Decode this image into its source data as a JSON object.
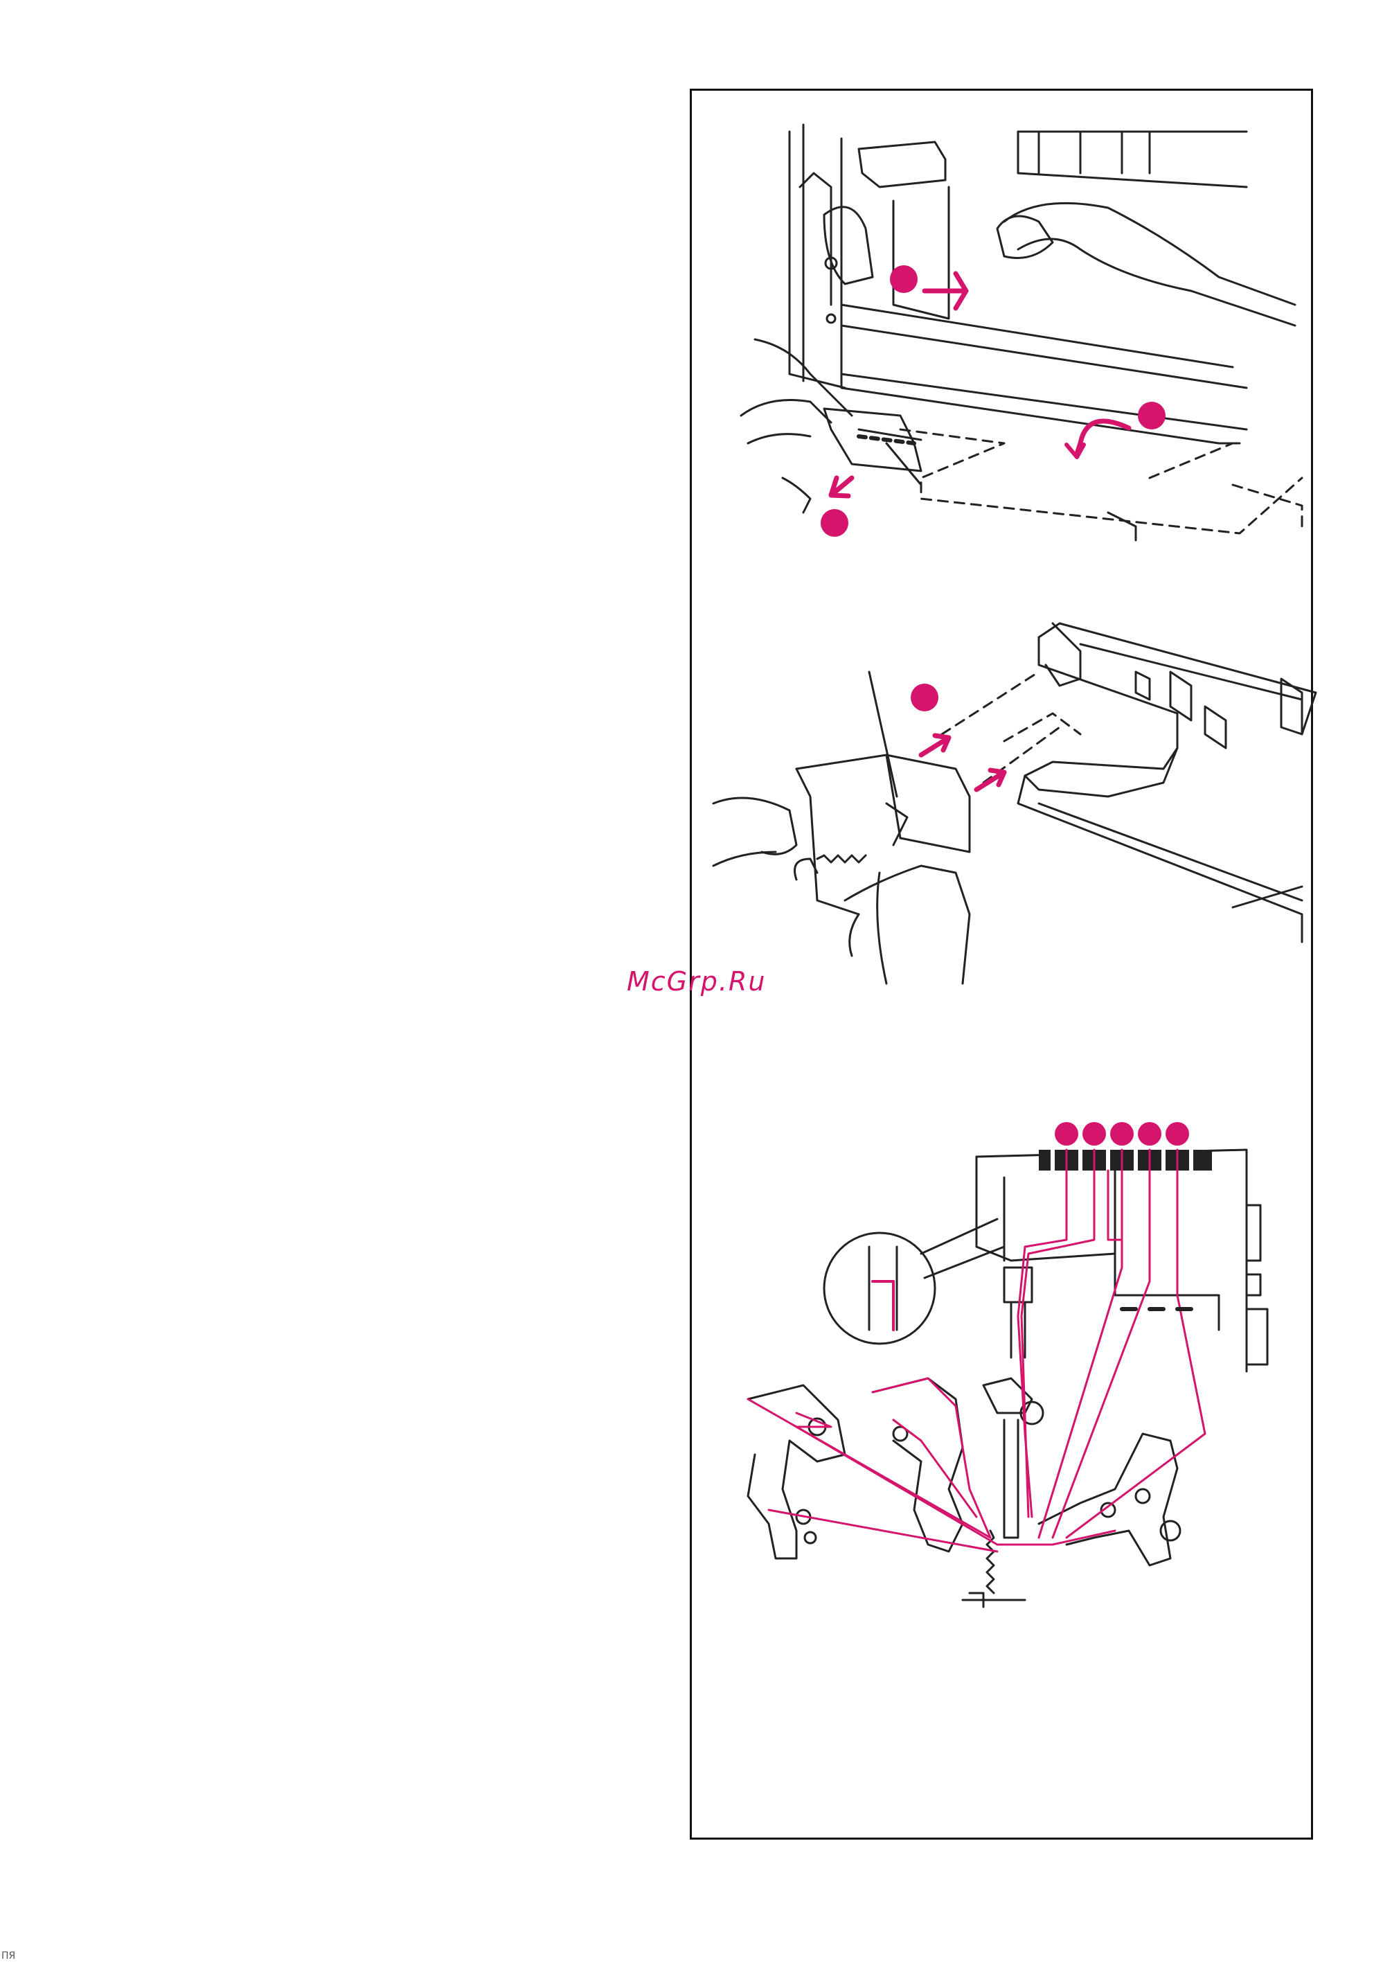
{
  "watermark": {
    "text": "McGrp.Ru",
    "color": "#d4156b"
  },
  "footer_mark": "ПЯ  ",
  "colors": {
    "accent_magenta": "#d4156b",
    "line_art": "#222222",
    "frame": "#111111"
  },
  "figures": [
    {
      "id": "figure-1",
      "description_icon": "remove-trim-trap-icon",
      "callout_markers": 3
    },
    {
      "id": "figure-2",
      "description_icon": "attach-trim-trap-icon",
      "callout_markers": 1
    },
    {
      "id": "figure-3",
      "description_icon": "threading-chart-icon",
      "callout_markers": 5
    }
  ]
}
